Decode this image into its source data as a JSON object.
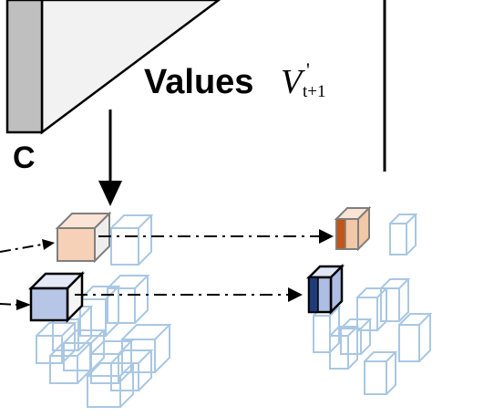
{
  "labels": {
    "values_word": "Values",
    "values_symbol": "V",
    "values_subscript": "t+1",
    "values_prime": "'",
    "channel_label": "C"
  },
  "colors": {
    "ghost_cube_stroke": "#a9c7e3",
    "left_orange_cube_face": "#f6d1b7",
    "left_blue_cube_face": "#b7c5e6",
    "right_orange_cube_face": "#f3c8a6",
    "right_orange_cube_side": "#c0561a",
    "right_blue_cube_face": "#aebde3",
    "right_blue_cube_side": "#1f3b7a",
    "tensor_front": "#f2f2f2",
    "tensor_side": "#bfbfbf"
  }
}
